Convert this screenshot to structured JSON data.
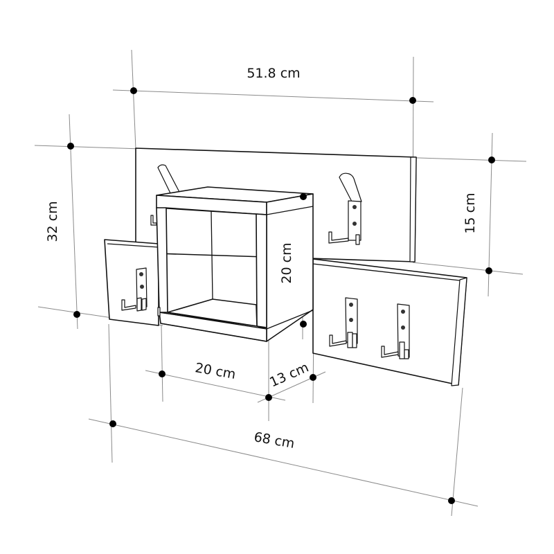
{
  "diagram": {
    "subject": "Wall shelf with coat hooks and cube shelf",
    "colors": {
      "line": "#111111",
      "guide": "#8a8a8a",
      "dot": "#000000",
      "background": "#ffffff"
    },
    "dimensions": {
      "top_board_width": {
        "label": "51.8 cm",
        "value": 51.8,
        "unit": "cm"
      },
      "total_height": {
        "label": "32 cm",
        "value": 32,
        "unit": "cm"
      },
      "top_board_height": {
        "label": "15 cm",
        "value": 15,
        "unit": "cm"
      },
      "cube_height": {
        "label": "20 cm",
        "value": 20,
        "unit": "cm"
      },
      "cube_width": {
        "label": "20 cm",
        "value": 20,
        "unit": "cm"
      },
      "cube_depth": {
        "label": "13 cm",
        "value": 13,
        "unit": "cm"
      },
      "total_width": {
        "label": "68 cm",
        "value": 68,
        "unit": "cm"
      }
    },
    "components": {
      "upper_board_hooks": 2,
      "lower_board_hooks": 3,
      "cube_shelves": 1
    }
  }
}
